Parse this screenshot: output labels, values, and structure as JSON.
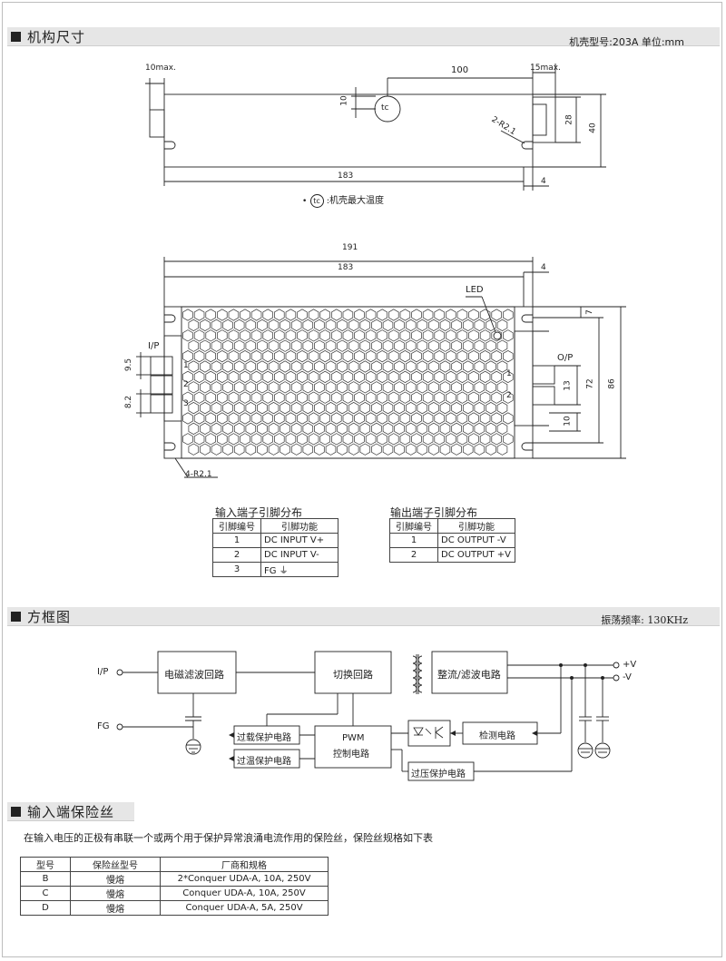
{
  "sections": {
    "mechanical": "机构尺寸",
    "block": "方框图",
    "fuse": "输入端保险丝"
  },
  "mechanical": {
    "case_info": "机壳型号:203A    单位:mm",
    "tc_label": "tc",
    "tc_note": ":机壳最大温度",
    "side": {
      "d10max": "10max.",
      "d100": "100",
      "d15max": "15max.",
      "d10": "10",
      "d28": "28",
      "d40": "40",
      "d183": "183",
      "d4": "4",
      "d2r": "2-R2.1"
    },
    "top": {
      "d191": "191",
      "d183": "183",
      "d4": "4",
      "led": "LED",
      "ip": "I/P",
      "op": "O/P",
      "d95": "9.5",
      "d82": "8.2",
      "d7": "7",
      "d13": "13",
      "d72": "72",
      "d86": "86",
      "d10": "10",
      "d4r": "4-R2.1",
      "in_pins": [
        "1",
        "2",
        "3"
      ],
      "out_pins": [
        "1",
        "2"
      ]
    }
  },
  "pin_tables": {
    "input": {
      "title": "输入端子引脚分布",
      "headers": [
        "引脚编号",
        "引脚功能"
      ],
      "rows": [
        [
          "1",
          "DC INPUT V+"
        ],
        [
          "2",
          "DC INPUT V-"
        ],
        [
          "3",
          "FG ⏚"
        ]
      ]
    },
    "output": {
      "title": "输出端子引脚分布",
      "headers": [
        "引脚编号",
        "引脚功能"
      ],
      "rows": [
        [
          "1",
          "DC OUTPUT -V"
        ],
        [
          "2",
          "DC OUTPUT +V"
        ]
      ]
    }
  },
  "block_diagram": {
    "freq": "振荡频率: 130KHz",
    "ip": "I/P",
    "fg": "FG",
    "emi": "电磁滤波回路",
    "switch": "切换回路",
    "rect": "整流/滤波电路",
    "plus_v": "+V",
    "minus_v": "-V",
    "olp": "过载保护电路",
    "otp": "过温保护电路",
    "pwm_1": "PWM",
    "pwm_2": "控制电路",
    "detect": "检测电路",
    "ovp": "过压保护电路"
  },
  "fuse": {
    "desc": "在输入电压的正极有串联一个或两个用于保护异常浪涌电流作用的保险丝，保险丝规格如下表",
    "headers": [
      "型号",
      "保险丝型号",
      "厂商和规格"
    ],
    "rows": [
      [
        "B",
        "慢熔",
        "2*Conquer UDA-A, 10A, 250V"
      ],
      [
        "C",
        "慢熔",
        "Conquer UDA-A, 10A, 250V"
      ],
      [
        "D",
        "慢熔",
        "Conquer UDA-A, 5A, 250V"
      ]
    ]
  }
}
